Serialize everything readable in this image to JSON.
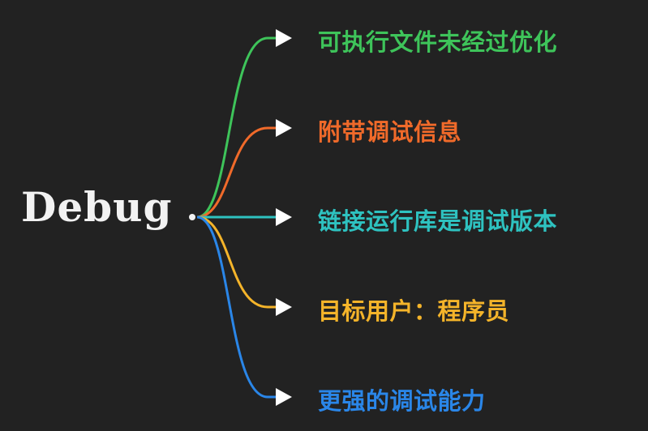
{
  "root": {
    "label": "Debug"
  },
  "branches": [
    {
      "label": "可执行文件未经过优化",
      "color": "#3ec45a"
    },
    {
      "label": "附带调试信息",
      "color": "#f06a2a"
    },
    {
      "label": "链接运行库是调试版本",
      "color": "#2ec2c0"
    },
    {
      "label": "目标用户：程序员",
      "color": "#f4b42a"
    },
    {
      "label": "更强的调试能力",
      "color": "#2a86e8"
    }
  ]
}
